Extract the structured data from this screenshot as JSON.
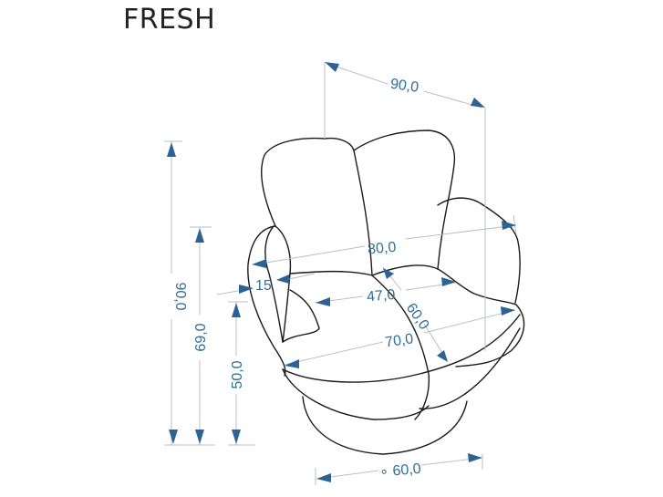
{
  "title": "FRESH",
  "colors": {
    "dimension": "#2c6294",
    "dim_text": "#2e6f96",
    "outline": "#1a1a1a",
    "dim_line": "#b9c0c4"
  },
  "dimensions": {
    "depth_total": "90,0",
    "height_total": "90,0",
    "armrest_height": "69,0",
    "seat_height": "50,0",
    "armrest_width": "15",
    "width_total": "80,0",
    "seat_width": "47,0",
    "seat_depth": "60,0",
    "seat_width_front": "70,0",
    "base_diameter": "∘ 60,0"
  }
}
